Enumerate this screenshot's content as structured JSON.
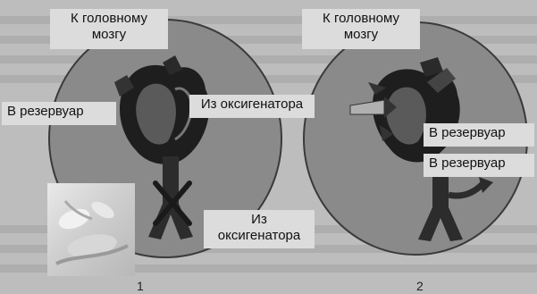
{
  "diagram1": {
    "number": "1",
    "label_brain": [
      "К головному",
      "мозгу"
    ],
    "label_reservoir": "В резервуар",
    "label_oxygenator_top": "Из оксигенатора",
    "label_oxygenator_bottom": [
      "Из",
      "оксигенатора"
    ]
  },
  "diagram2": {
    "number": "2",
    "label_brain": [
      "К головному",
      "мозгу"
    ],
    "label_reservoir_1": "В резервуар",
    "label_reservoir_2": "В резервуар"
  },
  "colors": {
    "background": "#bdbdbd",
    "circle_fill": "#8a8a8a",
    "circle_outline": "#3a3a3a",
    "label_bg": "#dcdcdc",
    "vessel": "#2c2c2c"
  }
}
